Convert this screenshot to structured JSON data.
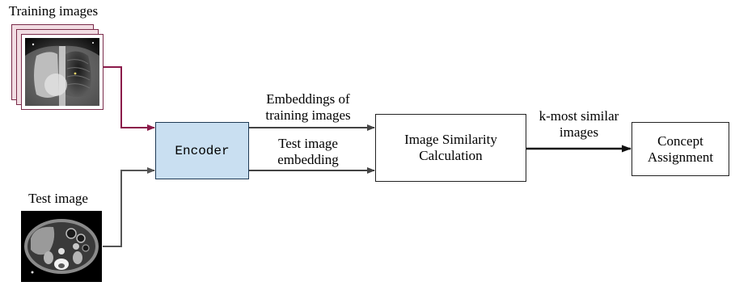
{
  "inputs": {
    "training_label": "Training images",
    "test_label": "Test image"
  },
  "encoder": {
    "label": "Encoder"
  },
  "edges": {
    "training_embeddings": [
      "Embeddings of",
      "training images"
    ],
    "test_embedding": [
      "Test image",
      "embedding"
    ],
    "k_most_similar": [
      "k-most similar",
      "images"
    ]
  },
  "similarity": {
    "label": [
      "Image Similarity",
      "Calculation"
    ]
  },
  "concept": {
    "label": [
      "Concept",
      "Assignment"
    ]
  },
  "colors": {
    "training_arrow": "#8b1a4a",
    "test_arrow": "#555555",
    "embedding_arrow": "#444444",
    "output_arrow": "#111111",
    "encoder_fill": "#c9dff1",
    "stack_fill": "#f2dde3",
    "stack_border": "#7a2b4a"
  },
  "icons": [
    "chest-xray-image",
    "abdominal-ct-image"
  ]
}
